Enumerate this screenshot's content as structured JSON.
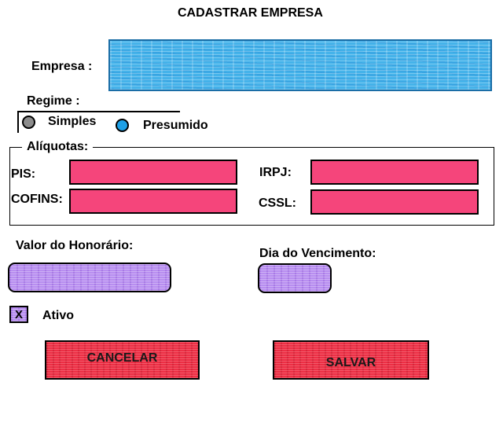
{
  "title": "CADASTRAR EMPRESA",
  "empresa": {
    "label": "Empresa :",
    "value": ""
  },
  "regime": {
    "label": "Regime :",
    "options": [
      "Simples",
      "Presumido"
    ],
    "selected": "Presumido"
  },
  "aliquotas": {
    "label": "Alíquotas:",
    "fields": {
      "pis": {
        "label": "PIS:",
        "value": ""
      },
      "cofins": {
        "label": "COFINS:",
        "value": ""
      },
      "irpj": {
        "label": "IRPJ:",
        "value": ""
      },
      "cssl": {
        "label": "CSSL:",
        "value": ""
      }
    }
  },
  "honorario": {
    "label": "Valor do Honorário:",
    "value": ""
  },
  "vencimento": {
    "label": "Dia do Vencimento:",
    "value": ""
  },
  "ativo": {
    "label": "Ativo",
    "checked": true,
    "mark": "X"
  },
  "buttons": {
    "cancel": "CANCELAR",
    "save": "SALVAR"
  },
  "colors": {
    "empresa_field": "#45b3ea",
    "tax_fields": "#f5457b",
    "money_fields": "#b88ef0",
    "buttons": "#ec2f45",
    "radio_unselected": "#8c8c8c",
    "radio_selected": "#1ea0e6"
  }
}
